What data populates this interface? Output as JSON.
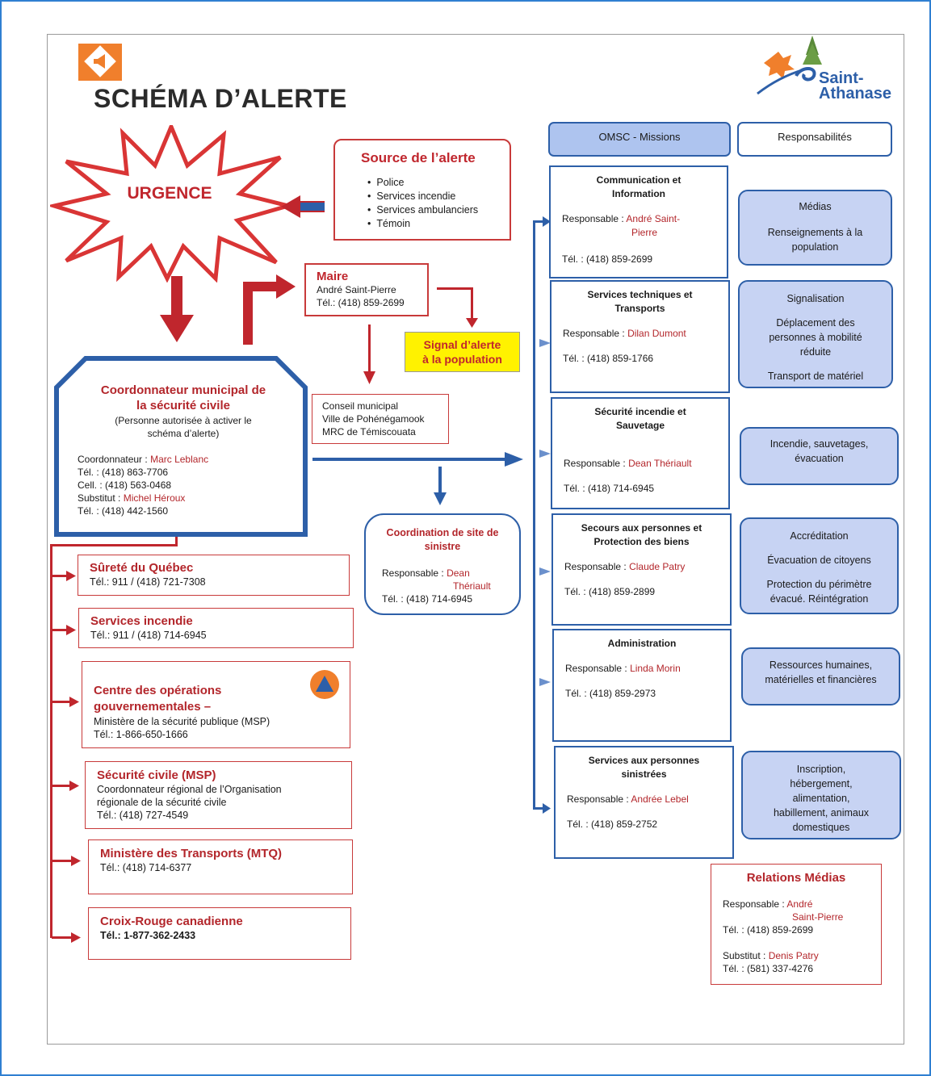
{
  "title": "SCHÉMA D’ALERTE",
  "logo": {
    "line1": "Saint-",
    "line2": "Athanase"
  },
  "urgence": "URGENCE",
  "source": {
    "title": "Source de l’alerte",
    "items": [
      "Police",
      "Services incendie",
      "Services ambulanciers",
      "Témoin"
    ]
  },
  "maire": {
    "title": "Maire",
    "name": "André Saint-Pierre",
    "tel": "Tél.:  (418) 859-2699"
  },
  "signal": {
    "line1": "Signal d’alerte",
    "line2": "à la population"
  },
  "conseil": {
    "line1": "Conseil municipal",
    "line2": "Ville de Pohénégamook",
    "line3": "MRC de Témiscouata"
  },
  "coord": {
    "title1": "Coordonnateur municipal de",
    "title2": "la sécurité civile",
    "note1": "(Personne autorisée à activer le",
    "note2": "schéma d’alerte)",
    "coord_label": "Coordonnateur :",
    "coord_name": "Marc Leblanc",
    "tel": "Tél. :  (418) 863-7706",
    "cell": "Cell. :  (418) 563-0468",
    "sub_label": "Substitut :",
    "sub_name": "Michel Héroux",
    "sub_tel": "Tél. :  (418) 442-1560"
  },
  "site": {
    "title1": "Coordination de site de",
    "title2": "sinistre",
    "resp_label": "Responsable :",
    "resp1": "Dean",
    "resp2": "Thériault",
    "tel": "Tél. :  (418) 714-6945"
  },
  "contacts": [
    {
      "title": "Sûreté du Québec",
      "lines": [
        "Tél.:  911  /  (418) 721-7308"
      ]
    },
    {
      "title": "Services incendie",
      "lines": [
        "Tél.:  911  /  (418) 714-6945"
      ]
    },
    {
      "title": "Centre des opérations gouvernementales –",
      "lines": [
        "Ministère de la sécurité publique (MSP)",
        "Tél.: 1-866-650-1666"
      ]
    },
    {
      "title": "Sécurité civile (MSP)",
      "lines": [
        "Coordonnateur régional de l’Organisation",
        "régionale de la sécurité civile",
        "Tél.:   (418) 727-4549"
      ]
    },
    {
      "title": "Ministère des Transports (MTQ)",
      "lines": [
        "Tél.:   (418) 714-6377"
      ]
    },
    {
      "title": "Croix-Rouge canadienne",
      "lines": [
        "Tél.:  1-877-362-2433"
      ]
    }
  ],
  "headers": {
    "missions": "OMSC - Missions",
    "resp": "Responsabilités"
  },
  "missions": [
    {
      "t1": "Communication et",
      "t2": "Information",
      "resp_label": "Responsable :",
      "resp1": "André Saint-",
      "resp2": "Pierre",
      "tel": "Tél. :  (418) 859-2699"
    },
    {
      "t1": "Services techniques et",
      "t2": "Transports",
      "resp_label": "Responsable :",
      "resp1": "Dilan Dumont",
      "resp2": "",
      "tel": "Tél. :   (418) 859-1766"
    },
    {
      "t1": "Sécurité incendie et",
      "t2": "Sauvetage",
      "resp_label": "Responsable :",
      "resp1": "Dean Thériault",
      "resp2": "",
      "tel": "Tél. :  (418) 714-6945"
    },
    {
      "t1": "Secours aux personnes et",
      "t2": "Protection des biens",
      "resp_label": "Responsable :",
      "resp1": "Claude Patry",
      "resp2": "",
      "tel": "Tél. :  (418) 859-2899"
    },
    {
      "t1": "Administration",
      "t2": "",
      "resp_label": "Responsable :",
      "resp1": "Linda Morin",
      "resp2": "",
      "tel": "Tél. :  (418) 859-2973"
    },
    {
      "t1": "Services aux personnes",
      "t2": "sinistrées",
      "resp_label": "Responsable :",
      "resp1": "Andrée Lebel",
      "resp2": "",
      "tel": "Tél. :  (418) 859-2752"
    }
  ],
  "responsibilities": [
    [
      "Médias",
      "Renseignements à la",
      "population"
    ],
    [
      "Signalisation",
      "Déplacement des",
      "personnes à mobilité",
      "réduite",
      "Transport de matériel"
    ],
    [
      "Incendie, sauvetages,",
      "évacuation"
    ],
    [
      "Accréditation",
      "Évacuation de citoyens",
      "Protection du périmètre",
      "évacué. Réintégration"
    ],
    [
      "Ressources humaines,",
      "matérielles et financières"
    ],
    [
      "Inscription,",
      "hébergement,",
      "alimentation,",
      "habillement, animaux",
      "domestiques"
    ]
  ],
  "relations": {
    "title": "Relations Médias",
    "resp_label": "Responsable :",
    "resp1": "André",
    "resp2": "Saint-Pierre",
    "tel": "Tél. : (418) 859-2699",
    "sub_label": "Substitut :",
    "sub_name": "Denis Patry",
    "sub_tel": "Tél. :  (581) 337-4276"
  },
  "colors": {
    "red": "#c0262d",
    "blue": "#2d5fa8",
    "pill": "#c7d3f3",
    "yellow": "#fff200",
    "orange": "#f07f2c"
  },
  "icons": [
    "megaphone-icon",
    "civil-protection-icon",
    "saint-athanase-logo"
  ]
}
